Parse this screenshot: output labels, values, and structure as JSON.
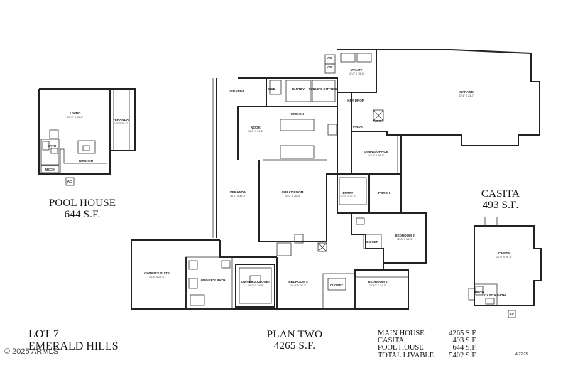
{
  "labels": {
    "pool_house_title": "POOL HOUSE",
    "pool_house_area": "644 S.F.",
    "casita_title": "CASITA",
    "casita_area": "493 S.F.",
    "plan_title": "PLAN TWO",
    "plan_area": "4265 S.F.",
    "lot_line1": "LOT 7",
    "lot_line2": "EMERALD HILLS"
  },
  "area_table": [
    {
      "name": "MAIN HOUSE",
      "value": "4265 S.F."
    },
    {
      "name": "CASITA",
      "value": "493 S.F."
    },
    {
      "name": "POOL HOUSE",
      "value": "644 S.F."
    },
    {
      "name": "TOTAL LIVABLE",
      "value": "5402 S.F."
    }
  ],
  "date_stamp": "4-22-25",
  "watermark": "© 2025 ARMLS",
  "rooms": {
    "living": {
      "name": "LIVING",
      "dim": "29'-0\" X 30'-6\""
    },
    "pool_veranda": {
      "name": "VERANDA",
      "dim": "8'-0\" X 30'-6\""
    },
    "pool_bath": {
      "name": "BATH"
    },
    "pool_kitchen": {
      "name": "KITCHEN"
    },
    "pool_mech": {
      "name": "MECH"
    },
    "veranda_top": {
      "name": "VERANDA"
    },
    "bar": {
      "name": "BAR"
    },
    "pantry": {
      "name": "PANTRY"
    },
    "service_kitchen": {
      "name": "SERVICE KITCHEN"
    },
    "utility": {
      "name": "UTILITY",
      "dim": "10'-0\" X 15'-0\""
    },
    "kitchen": {
      "name": "KITCHEN"
    },
    "nook": {
      "name": "NOOK",
      "dim": "13'-0\" X 14'-0\""
    },
    "key_drop": {
      "name": "KEY DROP"
    },
    "pwdr": {
      "name": "PWDR"
    },
    "mech": {
      "name": "MECH"
    },
    "garage": {
      "name": "GARAGE",
      "dim": "47'-6\" X 23'-7\""
    },
    "dining_office": {
      "name": "DINING/OFFICE",
      "dim": "14'-0\" X 15'-0\""
    },
    "veranda_mid": {
      "name": "VERANDA",
      "dim": "15'-7\" X 38'-0\""
    },
    "great_room": {
      "name": "GREAT ROOM",
      "dim": "22'-0\" X 26'-0\""
    },
    "entry": {
      "name": "ENTRY",
      "dim": "10'-0\" X 10'-0\""
    },
    "porch": {
      "name": "PORCH"
    },
    "bedroom3": {
      "name": "BEDROOM 3",
      "dim": "12'-0\" X 14'-4\""
    },
    "closet3": {
      "name": "CLOSET"
    },
    "owners_suite": {
      "name": "OWNER'S SUITE",
      "dim": "16'-6\" X 20'-0\""
    },
    "owners_bath": {
      "name": "OWNER'S BATH"
    },
    "owners_closet": {
      "name": "OWNER'S CLOSET",
      "dim": "15'-0\" X 14'-8\""
    },
    "bedroom4": {
      "name": "BEDROOM 4",
      "dim": "14'-0\" X 15'-7\""
    },
    "closet4": {
      "name": "CLOSET"
    },
    "bedroom2": {
      "name": "BEDROOM 2",
      "dim": "15'-10\" X 14'-0\""
    },
    "casita": {
      "name": "CASITA",
      "dim": "16'-0\" X 26'-0\""
    },
    "casita_bath": {
      "name": "CASITA BATH"
    },
    "casita_mech": {
      "name": "MECH"
    },
    "ac": {
      "name": "AC"
    }
  }
}
